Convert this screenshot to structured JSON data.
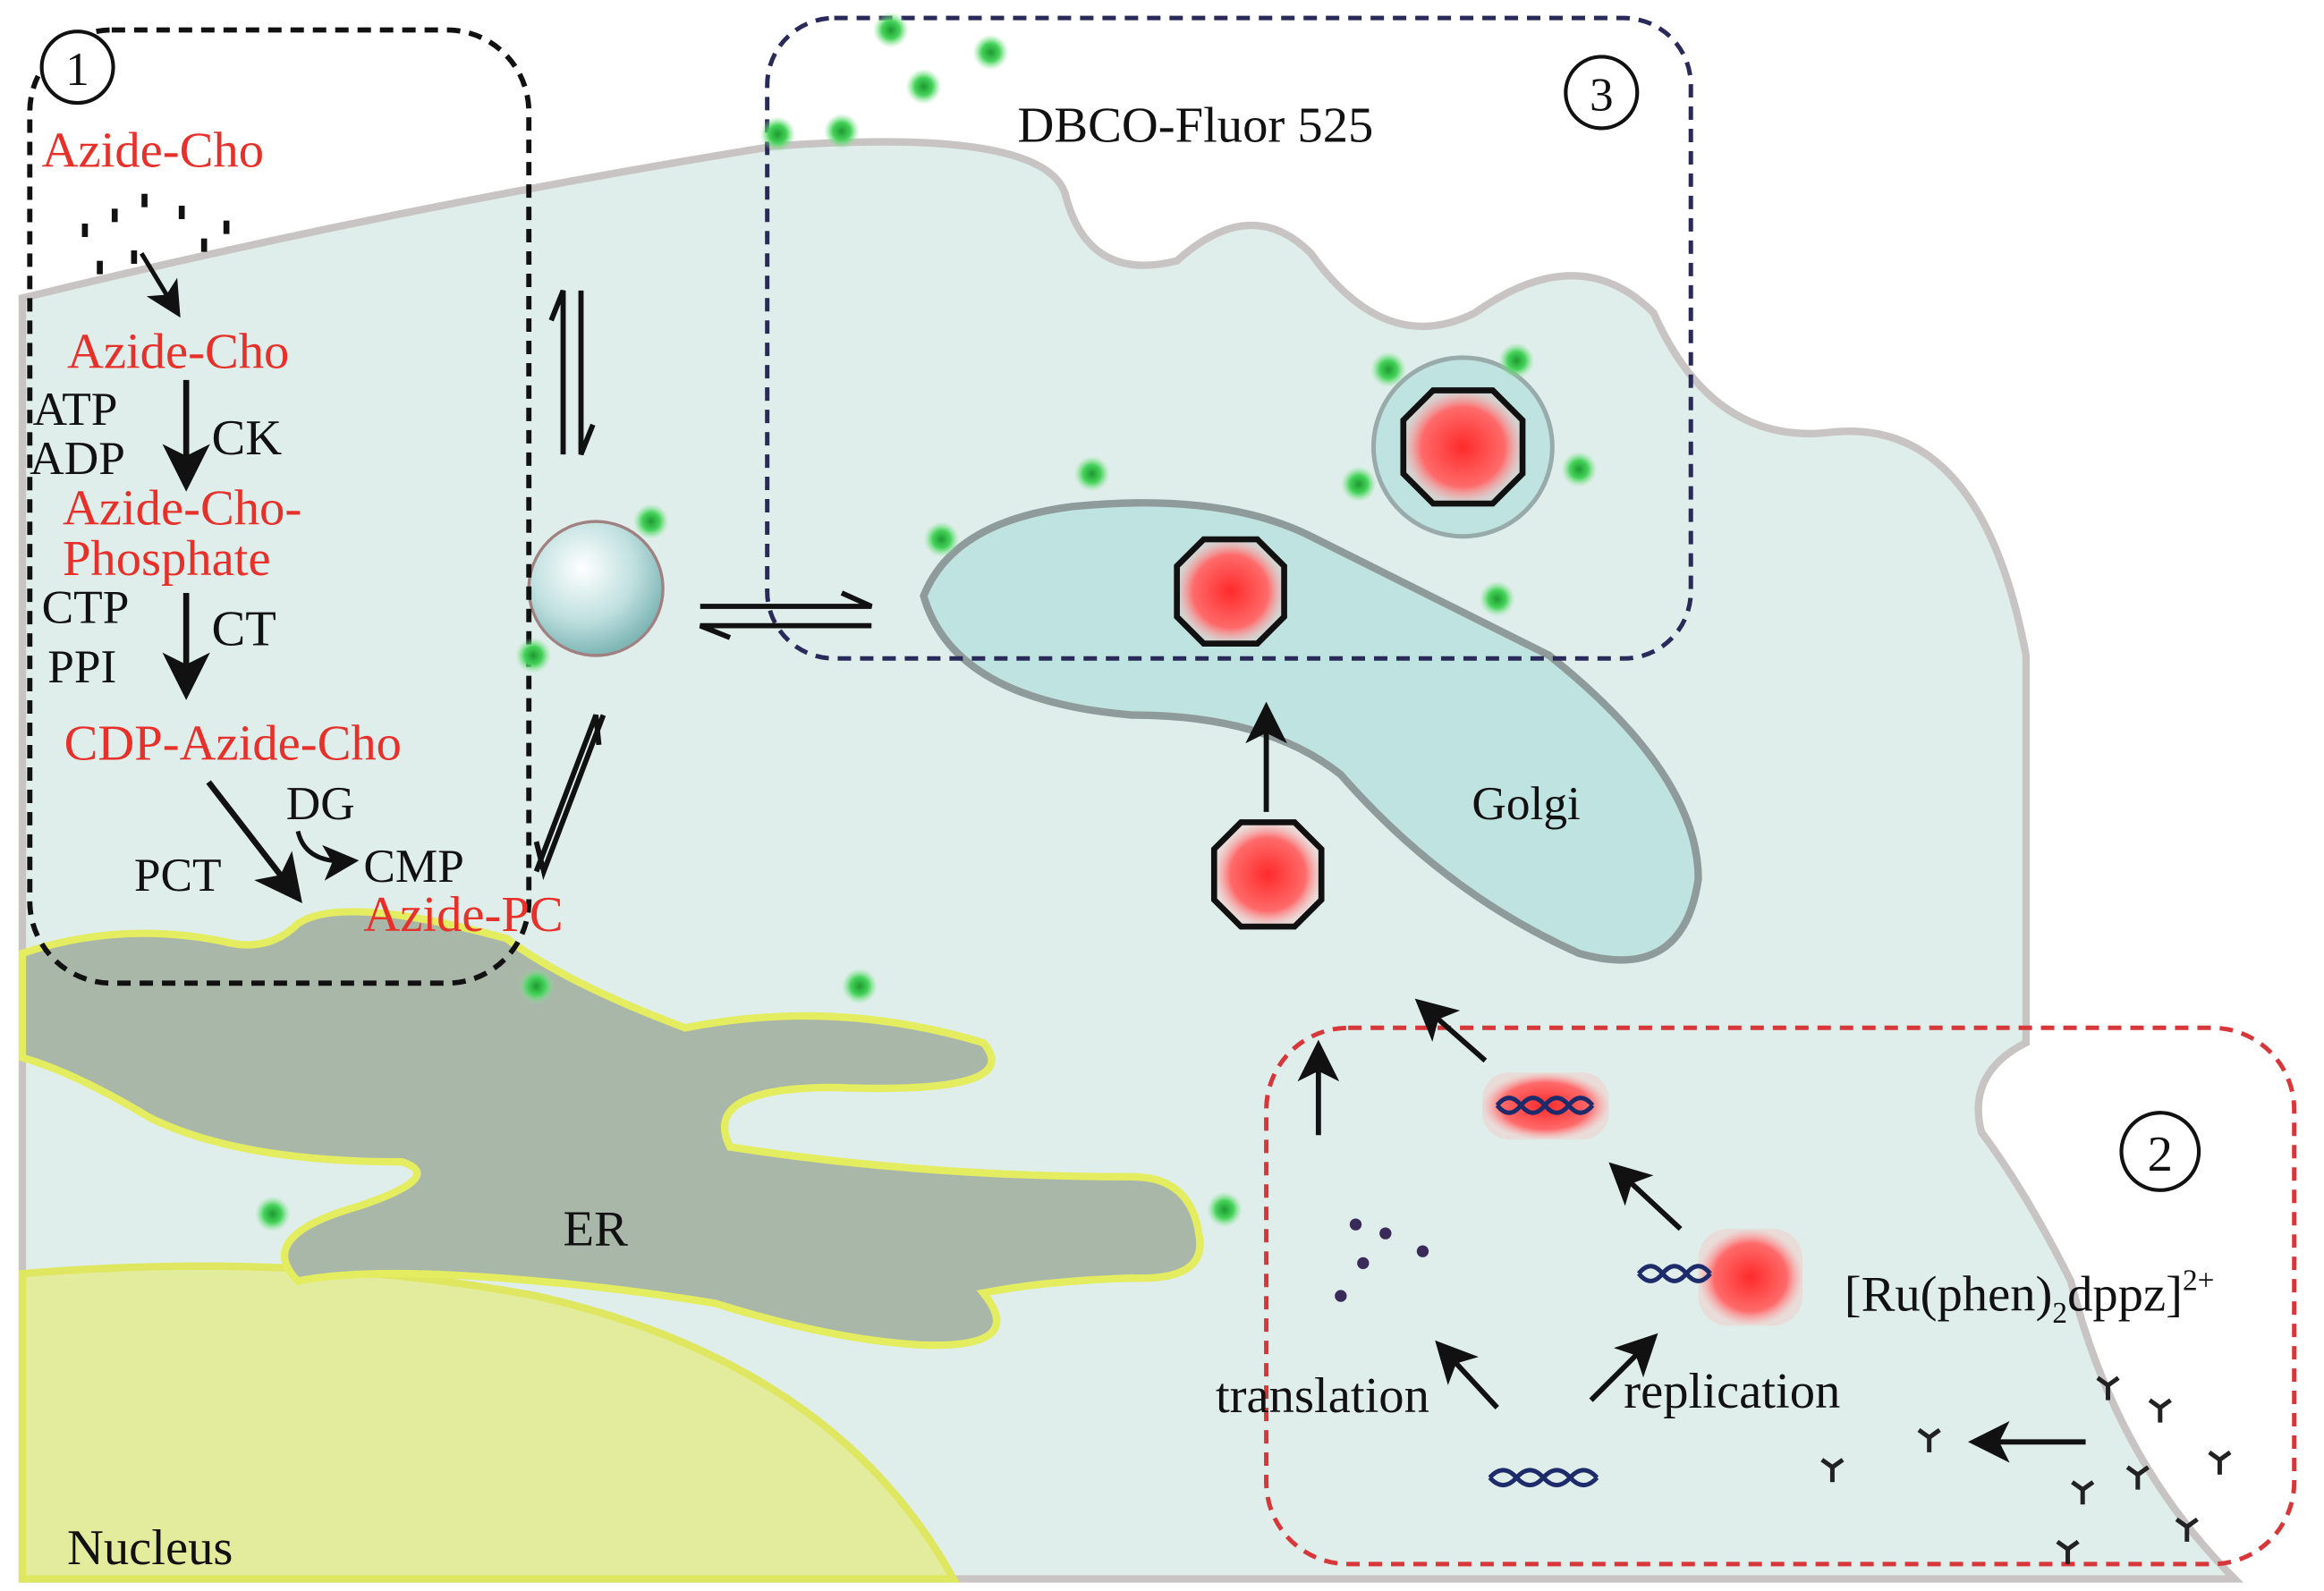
{
  "labels": {
    "step1": "1",
    "step2": "2",
    "step3": "3",
    "azide_cho_outside": "Azide-Cho",
    "azide_cho_inside": "Azide-Cho",
    "atp": "ATP",
    "adp": "ADP",
    "ck": "CK",
    "azide_cho_phosphate_1": "Azide-Cho-",
    "azide_cho_phosphate_2": "Phosphate",
    "ctp": "CTP",
    "ppi": "PPI",
    "ct": "CT",
    "cdp_azide_cho": "CDP-Azide-Cho",
    "dg": "DG",
    "pct": "PCT",
    "cmp": "CMP",
    "azide_pc": "Azide-PC",
    "dbco": "DBCO-Fluor 525",
    "golgi": "Golgi",
    "er": "ER",
    "nucleus": "Nucleus",
    "translation": "translation",
    "replication": "replication",
    "ru_complex": "[Ru(phen)",
    "ru_sub": "2",
    "ru_tail": "dppz]",
    "ru_sup": "2+"
  },
  "colors": {
    "red_text": "#e8302a",
    "cytoplasm": "#dfeeea",
    "golgi": "#bfe3e0",
    "er": "#a9b7a8",
    "er_membrane": "#e4ec60",
    "nucleus": "#e3ec9c",
    "green_dye": "#3cc552",
    "box1": "#111111",
    "box2": "#d8373a",
    "box3": "#2a2a5a"
  }
}
